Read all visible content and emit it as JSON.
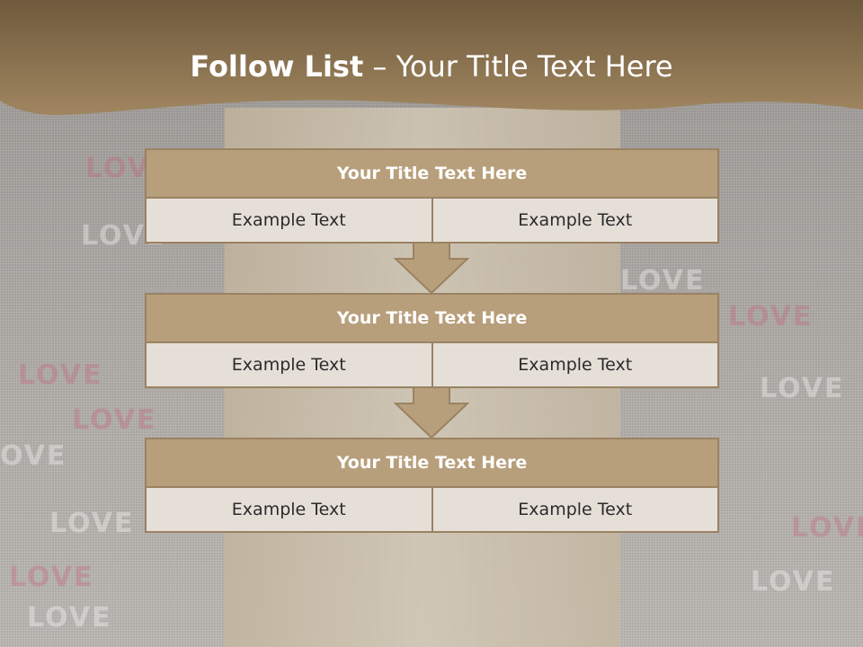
{
  "slide": {
    "title_bold": "Follow List",
    "title_rest": "– Your Title Text Here"
  },
  "steps": [
    {
      "title": "Your Title Text Here",
      "left": "Example Text",
      "right": "Example Text"
    },
    {
      "title": "Your Title Text Here",
      "left": "Example Text",
      "right": "Example Text"
    },
    {
      "title": "Your Title Text Here",
      "left": "Example Text",
      "right": "Example Text"
    }
  ],
  "colors": {
    "header_band": "#8a6f4b",
    "box_title": "#b89f7c",
    "box_cell": "#e6dfd8",
    "border": "#9a8262",
    "arrow_fill": "#b89f7c"
  }
}
